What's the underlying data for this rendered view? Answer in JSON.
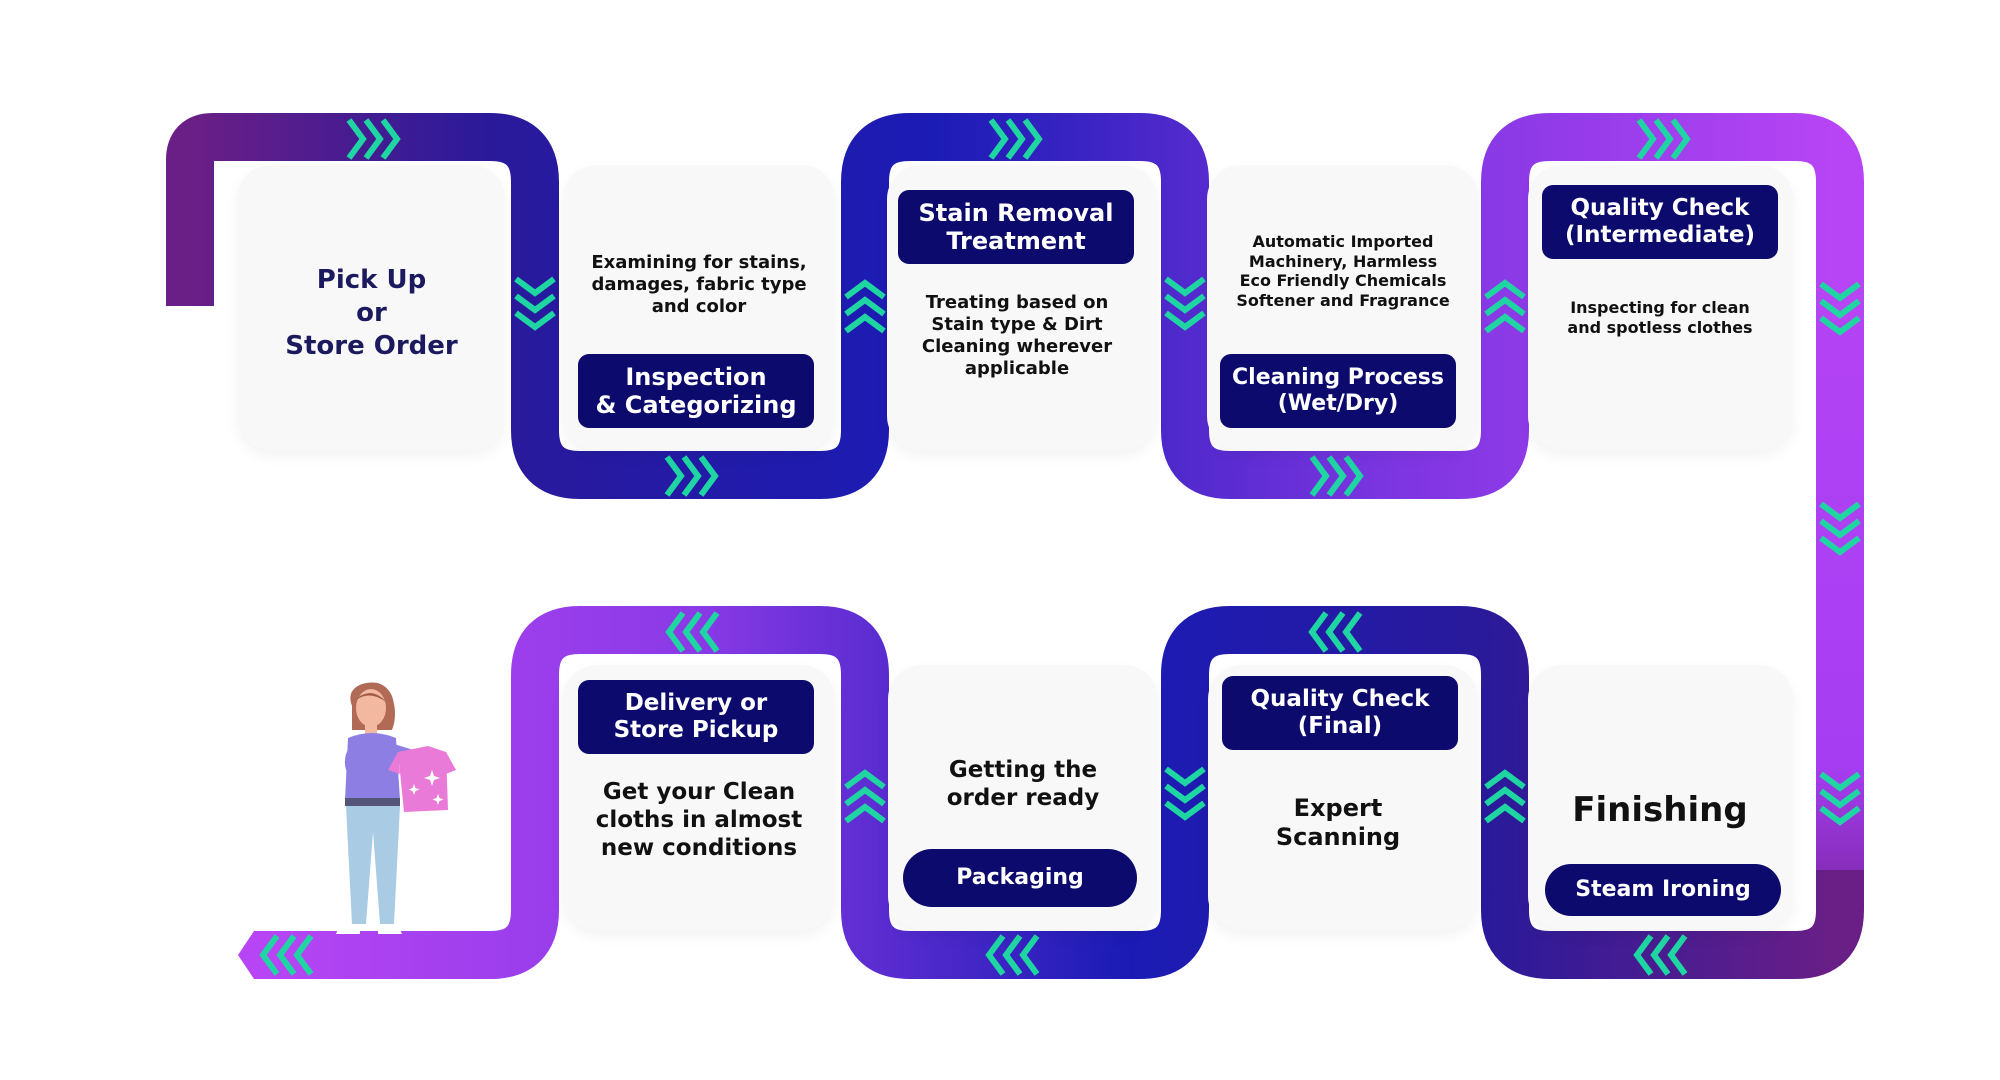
{
  "colors": {
    "navy": "#0d0a6e",
    "deep_purple": "#6a1f86",
    "blue": "#1b1bb5",
    "violet": "#a63df2",
    "chevron": "#1fd6a3",
    "card": "#f8f8f8"
  },
  "steps": {
    "pickup": {
      "title": "Pick Up\nor\nStore Order"
    },
    "inspection": {
      "desc": "Examining for stains,\ndamages, fabric type\nand color",
      "label": "Inspection\n& Categorizing"
    },
    "stain": {
      "label": "Stain Removal\nTreatment",
      "desc": "Treating based on\nStain type & Dirt\nCleaning wherever\napplicable"
    },
    "cleaning": {
      "desc": "Automatic Imported\nMachinery, Harmless\nEco Friendly Chemicals\nSoftener and Fragrance",
      "label": "Cleaning Process\n(Wet/Dry)"
    },
    "qc_inter": {
      "label": "Quality Check\n(Intermediate)",
      "desc": "Inspecting for clean\nand spotless clothes"
    },
    "finishing": {
      "title": "Finishing",
      "label": "Steam Ironing"
    },
    "qc_final": {
      "label": "Quality Check\n(Final)",
      "desc": "Expert\nScanning"
    },
    "packaging": {
      "desc": "Getting the\norder ready",
      "label": "Packaging"
    },
    "delivery": {
      "label": "Delivery or\nStore Pickup",
      "desc": "Get your Clean\ncloths in almost\nnew conditions"
    }
  },
  "icons": {
    "chevrons": "triple-chevron-icon",
    "person": "woman-holding-shirt-icon"
  }
}
